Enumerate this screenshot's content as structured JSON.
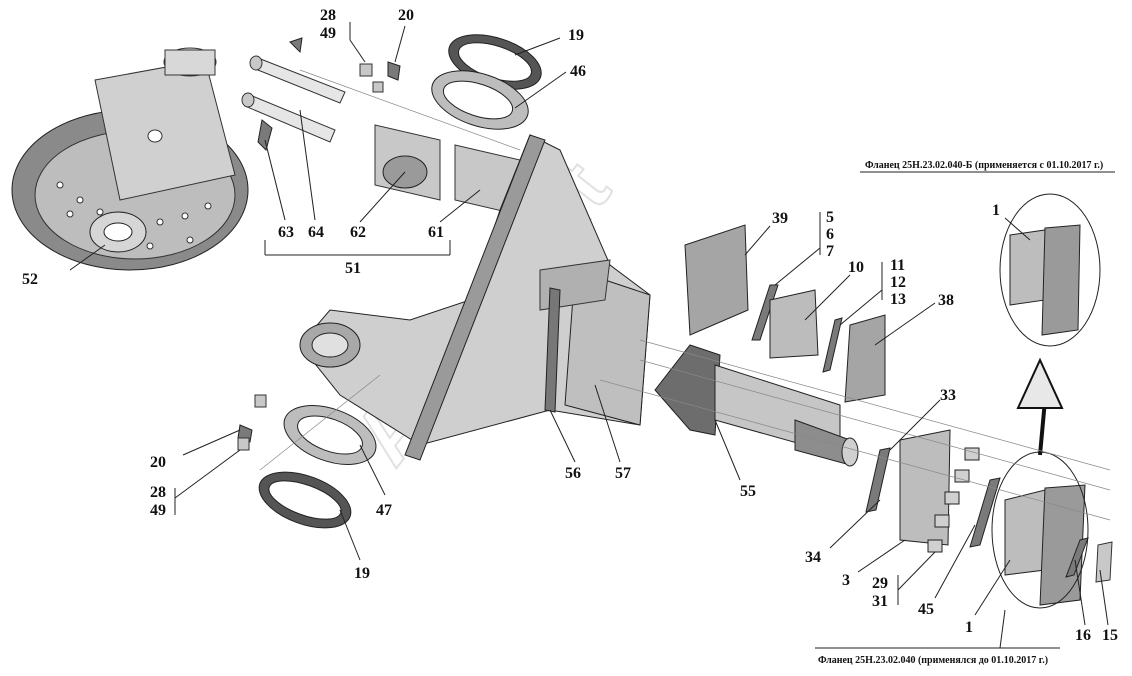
{
  "watermark": "AutoSoft",
  "captions": {
    "new_flange": "Фланец 25H.23.02.040-Б (применяется с 01.10.2017 г.)",
    "old_flange": "Фланец 25H.23.02.040 (применялся до 01.10.2017 г.)"
  },
  "labels": {
    "l28a": "28",
    "l49a": "49",
    "l20a": "20",
    "l19a": "19",
    "l46": "46",
    "l63": "63",
    "l64": "64",
    "l62": "62",
    "l61": "61",
    "l51": "51",
    "l52": "52",
    "l39": "39",
    "l5": "5",
    "l6": "6",
    "l7": "7",
    "l10": "10",
    "l11": "11",
    "l12": "12",
    "l13": "13",
    "l38": "38",
    "l1a": "1",
    "l33": "33",
    "l20b": "20",
    "l28b": "28",
    "l49b": "49",
    "l47": "47",
    "l19b": "19",
    "l56": "56",
    "l57": "57",
    "l55": "55",
    "l34": "34",
    "l3": "3",
    "l29": "29",
    "l31": "31",
    "l45": "45",
    "l1b": "1",
    "l16": "16",
    "l15": "15"
  }
}
